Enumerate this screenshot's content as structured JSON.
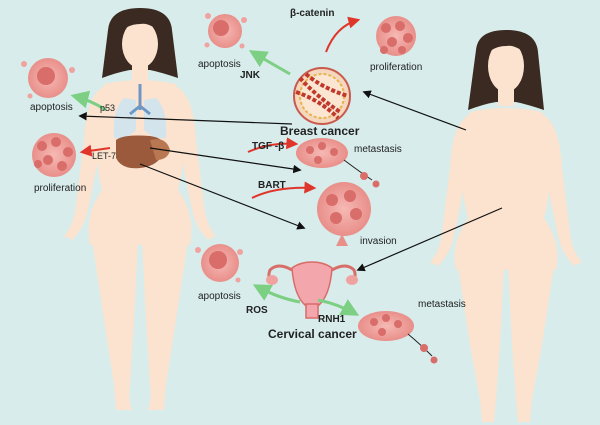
{
  "labels": {
    "beta_catenin": "β-catenin",
    "jnk": "JNK",
    "apoptosis_top": "apoptosis",
    "proliferation_top": "proliferation",
    "breast_cancer": "Breast cancer",
    "apoptosis_left": "apoptosis",
    "p53": "p53",
    "let7": "LET-7",
    "proliferation_left": "proliferation",
    "tgf_beta": "TGF -β",
    "metastasis_mid": "metastasis",
    "bart": "BART",
    "invasion": "invasion",
    "apoptosis_bottom": "apoptosis",
    "ros": "ROS",
    "rnh1": "RNH1",
    "cervical_cancer": "Cervical cancer",
    "metastasis_bottom": "metastasis"
  },
  "colors": {
    "background": "#d7eceb",
    "skin": "#fbe3cf",
    "hair": "#3a2a22",
    "cell": "#f0a29f",
    "nucleus": "#d86d6a",
    "red_arrow": "#e0352b",
    "green_arrow": "#7ccf83",
    "black_arrow": "#111111",
    "liver": "#9b5a3c",
    "lung": "#cfe3f0",
    "uterus": "#f3a6ab"
  }
}
